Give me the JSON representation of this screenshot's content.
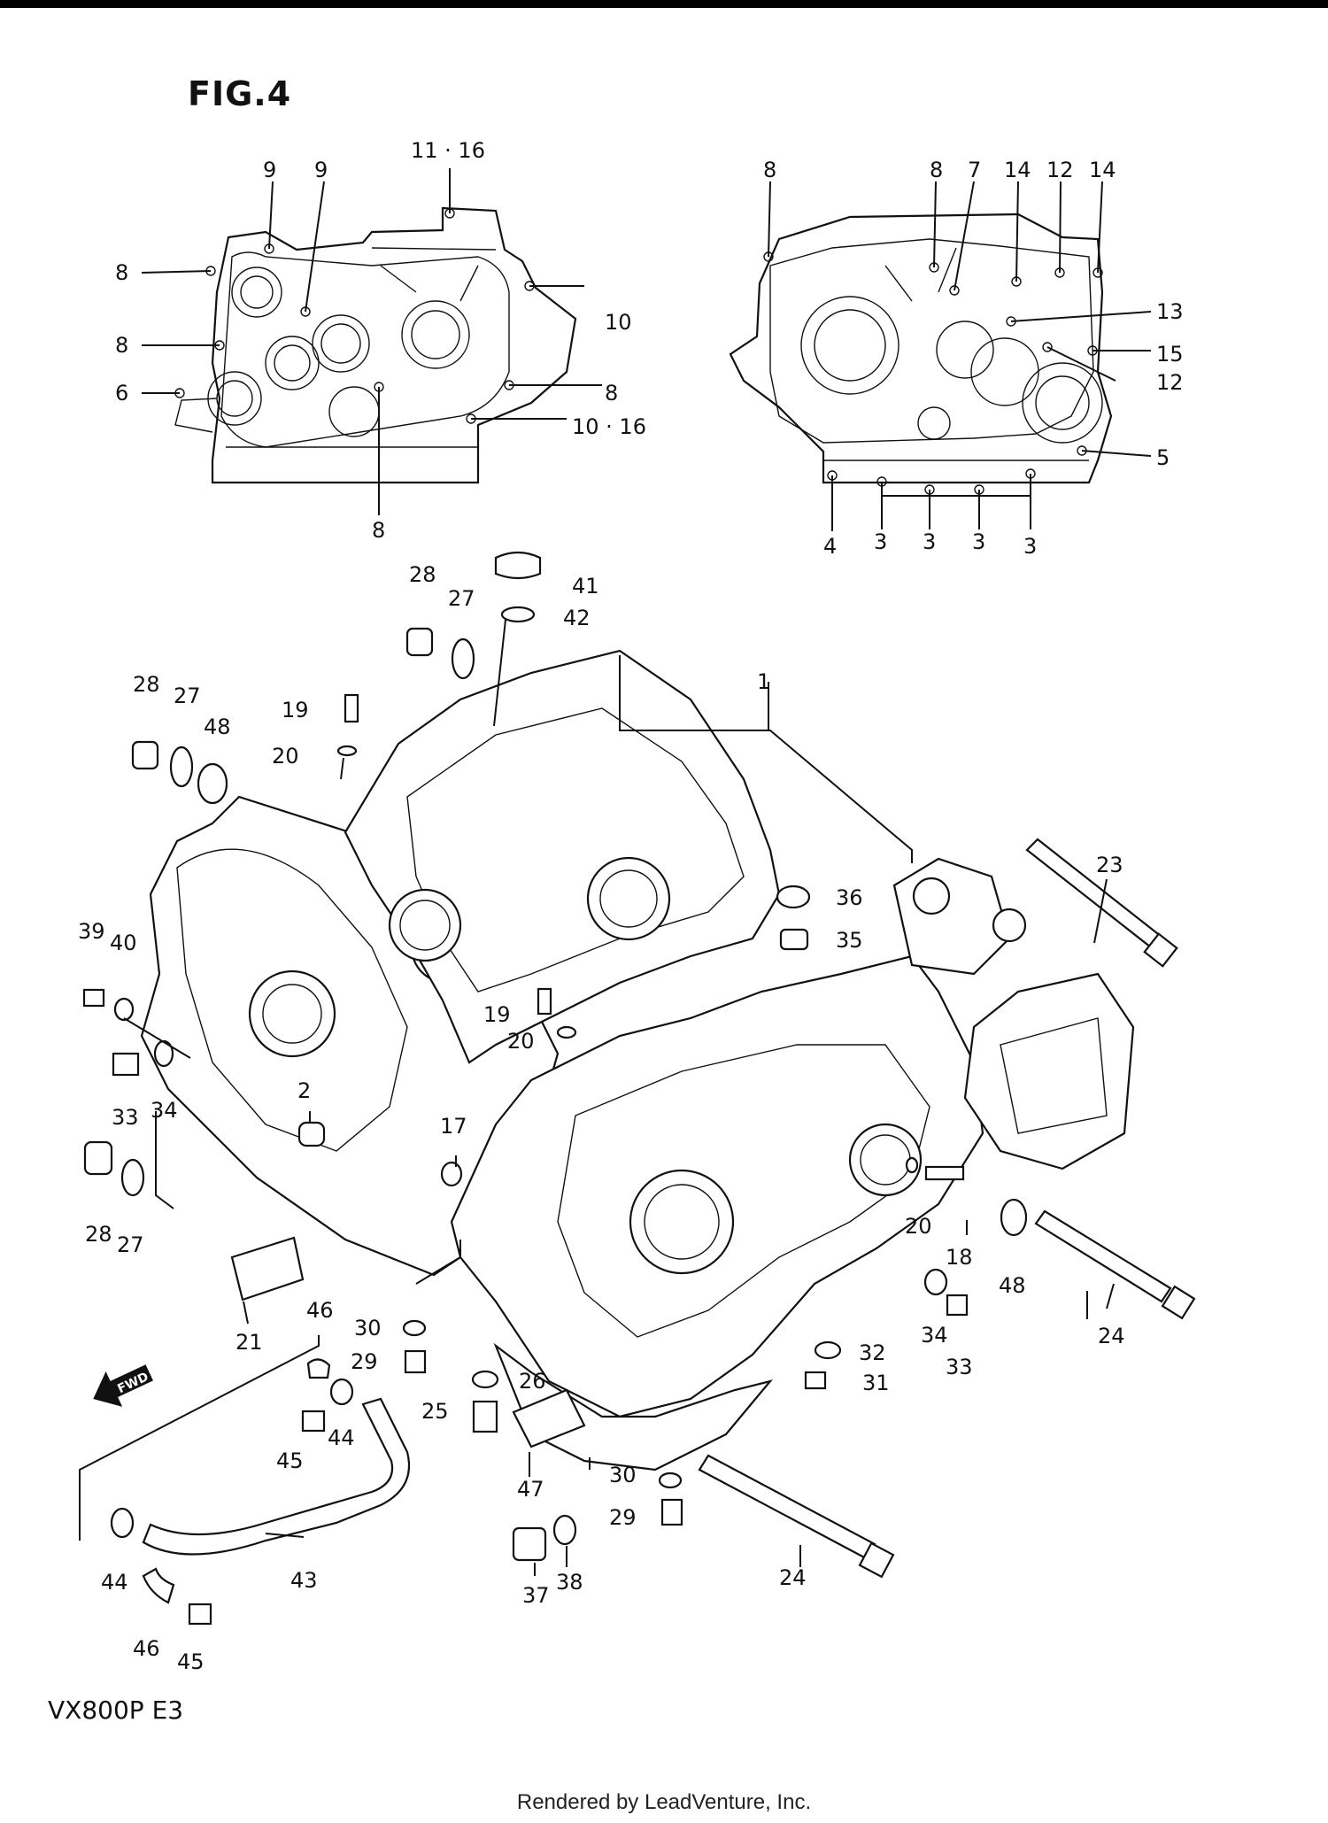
{
  "figure_title": "FIG.4",
  "model_code": "VX800P E3",
  "footer": "Rendered by LeadVenture, Inc.",
  "icons": {
    "forward_arrow": "fwd-arrow-icon",
    "forward_text": "FWD"
  },
  "callouts": {
    "left_view": [
      "9",
      "9",
      "11 · 16",
      "8",
      "8",
      "6",
      "10",
      "8",
      "10 · 16",
      "8"
    ],
    "right_view": [
      "8",
      "8",
      "7",
      "14",
      "12",
      "14",
      "13",
      "15",
      "12",
      "5",
      "4",
      "3",
      "3",
      "3",
      "3"
    ],
    "main": [
      "1",
      "2",
      "17",
      "18",
      "19",
      "19",
      "20",
      "20",
      "20",
      "21",
      "23",
      "24",
      "24",
      "25",
      "26",
      "27",
      "27",
      "27",
      "28",
      "28",
      "28",
      "29",
      "29",
      "30",
      "30",
      "31",
      "32",
      "33",
      "33",
      "34",
      "34",
      "35",
      "36",
      "37",
      "38",
      "39",
      "40",
      "41",
      "42",
      "43",
      "44",
      "44",
      "45",
      "45",
      "46",
      "46",
      "47",
      "48",
      "48"
    ]
  }
}
